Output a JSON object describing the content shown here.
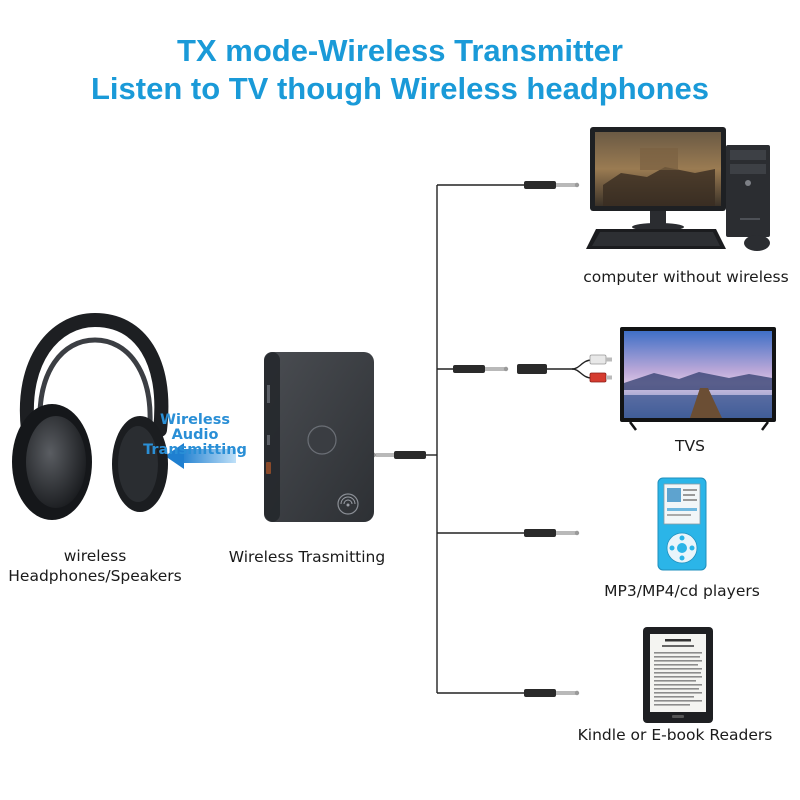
{
  "title": {
    "line1": "TX mode-Wireless Transmitter",
    "line2": "Listen to TV though Wireless headphones"
  },
  "headphones": {
    "label_line1": "wireless",
    "label_line2": "Headphones/Speakers"
  },
  "wireless_audio": {
    "line1": "Wireless Audio",
    "line2": "Transmitting"
  },
  "transmitter": {
    "label": "Wireless Trasmitting"
  },
  "devices": [
    {
      "label": "computer without wireless",
      "icon": "computer-icon"
    },
    {
      "label": "TVS",
      "icon": "tv-icon"
    },
    {
      "label": "MP3/MP4/cd players",
      "icon": "mp3-player-icon"
    },
    {
      "label": "Kindle or E-book Readers",
      "icon": "ebook-reader-icon"
    }
  ],
  "colors": {
    "title": "#1a9ad8",
    "accent_arrow": "#2a8fd6",
    "device_body": "#3a3d42",
    "cable": "#222222"
  }
}
